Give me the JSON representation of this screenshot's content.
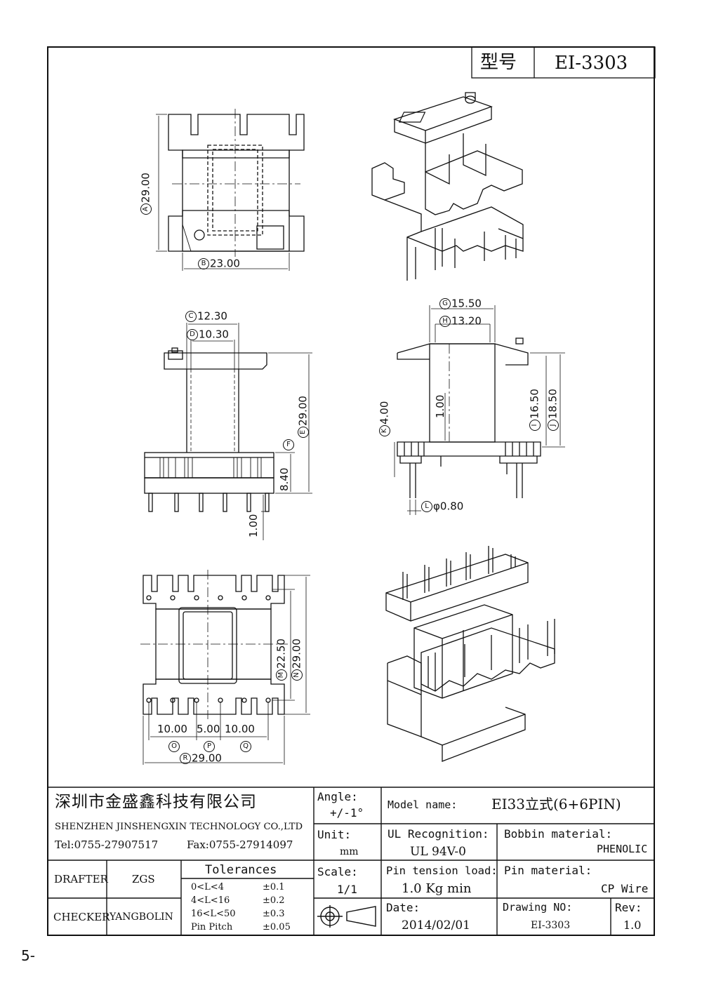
{
  "header": {
    "model_label": "型号",
    "model_value": "EI-3303"
  },
  "dimensions": {
    "A": "29.00",
    "B": "23.00",
    "C": "12.30",
    "D": "10.30",
    "E": "29.00",
    "F": "8.40",
    "pin_len": "1.00",
    "G": "15.50",
    "H": "13.20",
    "K": "4.00",
    "mid": "1.00",
    "I": "16.50",
    "J": "18.50",
    "L": "φ0.80",
    "M": "22.50",
    "N": "29.00",
    "O": "10.00",
    "P": "5.00",
    "Q": "10.00",
    "R": "29.00"
  },
  "letters": {
    "A": "A",
    "B": "B",
    "C": "C",
    "D": "D",
    "E": "E",
    "F": "F",
    "G": "G",
    "H": "H",
    "I": "I",
    "J": "J",
    "K": "K",
    "L": "L",
    "M": "M",
    "N": "N",
    "O": "O",
    "P": "P",
    "Q": "Q",
    "R": "R"
  },
  "title_block": {
    "company_cn": "深圳市金盛鑫科技有限公司",
    "company_en": "SHENZHEN JINSHENGXIN TECHNOLOGY CO.,LTD",
    "tel": "Tel:0755-27907517",
    "fax": "Fax:0755-27914097",
    "angle_label": "Angle:",
    "angle_value": "+/-1°",
    "unit_label": "Unit:",
    "unit_value": "mm",
    "scale_label": "Scale:",
    "scale_value": "1/1",
    "model_name_label": "Model name:",
    "model_name_value": "EI33立式(6+6PIN)",
    "ul_label": "UL Recognition:",
    "ul_value": "UL 94V-0",
    "bobbin_label": "Bobbin material:",
    "bobbin_value": "PHENOLIC",
    "pin_tension_label": "Pin tension load:",
    "pin_tension_value": "1.0 Kg min",
    "pin_material_label": "Pin material:",
    "pin_material_value": "CP Wire",
    "drafter_label": "DRAFTER",
    "drafter_value": "ZGS",
    "checker_label": "CHECKER",
    "checker_value": "YANGBOLIN",
    "tolerances_title": "Tolerances",
    "tolerances": [
      {
        "range": "0<L<4",
        "value": "±0.1"
      },
      {
        "range": "4<L<16",
        "value": "±0.2"
      },
      {
        "range": "16<L<50",
        "value": "±0.3"
      },
      {
        "range": "Pin Pitch",
        "value": "±0.05"
      }
    ],
    "date_label": "Date:",
    "date_value": "2014/02/01",
    "drawing_no_label": "Drawing NO:",
    "drawing_no_value": "EI-3303",
    "rev_label": "Rev:",
    "rev_value": "1.0"
  },
  "page_number": "5-"
}
